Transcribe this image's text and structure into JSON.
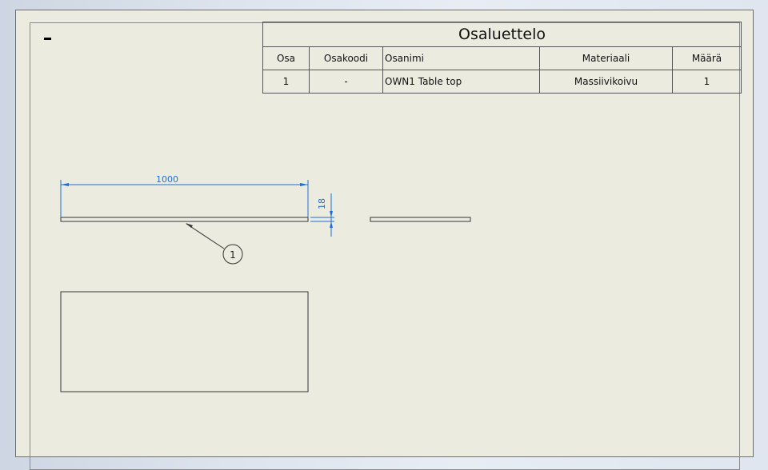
{
  "sheet": {
    "corner_mark": "-"
  },
  "bom": {
    "title": "Osaluettelo",
    "headers": [
      "Osa",
      "Osakoodi",
      "Osanimi",
      "Materiaali",
      "Määrä"
    ],
    "rows": [
      [
        "1",
        "-",
        "OWN1 Table top",
        "Massiivikoivu",
        "1"
      ]
    ]
  },
  "drawing": {
    "length_dimension": "1000",
    "thickness_dimension": "18",
    "balloon_number": "1",
    "dimension_color": "#1e6fd8"
  }
}
